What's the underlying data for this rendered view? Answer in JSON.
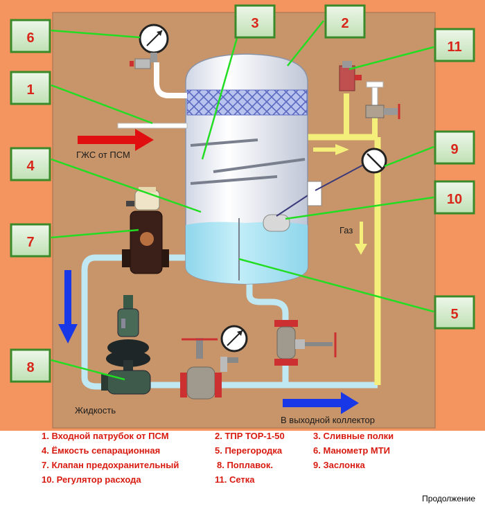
{
  "callouts": [
    {
      "id": "6",
      "label": "6"
    },
    {
      "id": "3",
      "label": "3"
    },
    {
      "id": "2",
      "label": "2"
    },
    {
      "id": "11",
      "label": "11"
    },
    {
      "id": "1",
      "label": "1"
    },
    {
      "id": "9",
      "label": "9"
    },
    {
      "id": "4",
      "label": "4"
    },
    {
      "id": "10",
      "label": "10"
    },
    {
      "id": "7",
      "label": "7"
    },
    {
      "id": "5",
      "label": "5"
    },
    {
      "id": "8",
      "label": "8"
    }
  ],
  "diagram_labels": {
    "inlet": "ГЖС от ПСМ",
    "gas": "Газ",
    "liquid": "Жидкость",
    "outlet": "В выходной коллектор"
  },
  "legend": [
    [
      "1.   Входной патрубок от ПСМ",
      "2. ТПР ТОР-1-50",
      "3. Сливные полки"
    ],
    [
      "4.   Ёмкость сепарационная",
      "5. Перегородка",
      "6. Манометр МТИ"
    ],
    [
      "7.   Клапан предохранительный",
      "8. Поплавок.",
      "9. Заслонка"
    ],
    [
      "10. Регулятор расхода",
      "11. Сетка",
      ""
    ]
  ],
  "footer": "Продолжение",
  "colors": {
    "panel": "#c8956a",
    "border": "#f4955f",
    "pipe_cyan": "#bfe8f2",
    "pipe_yellow": "#f4ef7a",
    "liquid": "#a6e2f2",
    "callout_border": "#3a8a2a",
    "callout_text": "#d8261a",
    "arrow_red": "#e01010",
    "arrow_blue": "#1838e8",
    "leader": "#22dd22"
  }
}
